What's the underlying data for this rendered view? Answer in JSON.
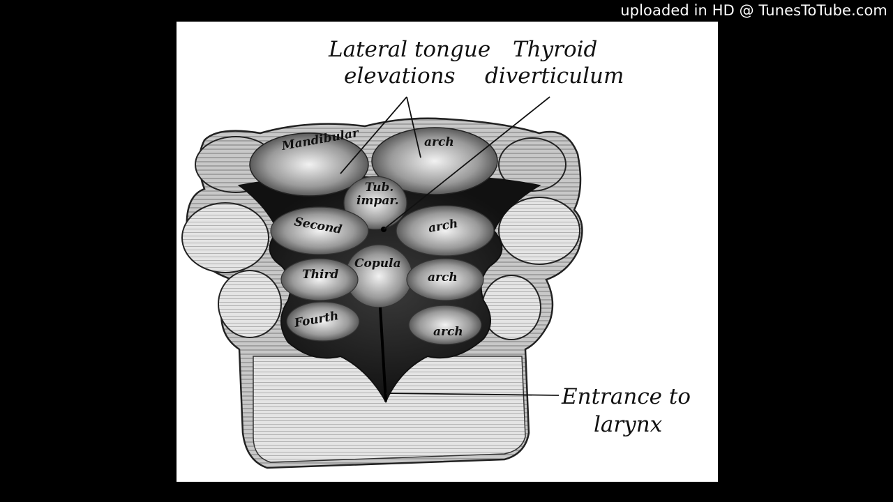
{
  "watermark": "uploaded in HD @ TunesToTube.com",
  "colors": {
    "background": "#000000",
    "panel": "#ffffff",
    "ink": "#111111"
  },
  "diagram": {
    "callouts": {
      "lateral_tongue_1": "Lateral tongue",
      "lateral_tongue_2": "elevations",
      "thyroid_1": "Thyroid",
      "thyroid_2": "diverticulum",
      "entrance_1": "Entrance to",
      "entrance_2": "larynx"
    },
    "inline": {
      "mandibular": "Mandibular",
      "arch_1": "arch",
      "tub": "Tub.",
      "impar": "impar.",
      "second": "Second",
      "arch_2": "arch",
      "third": "Third",
      "copula": "Copula",
      "arch_3": "arch",
      "fourth": "Fourth",
      "arch_4": "arch"
    }
  }
}
